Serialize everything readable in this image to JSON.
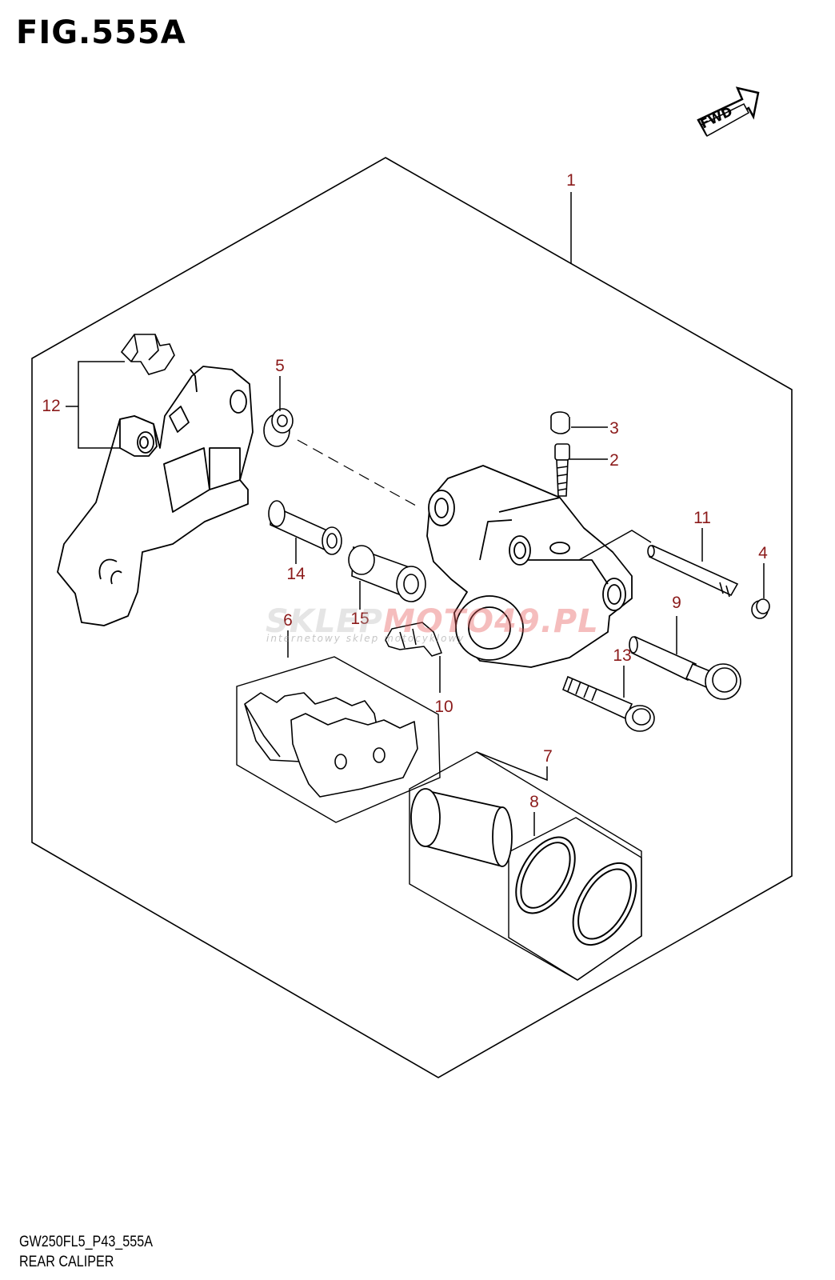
{
  "figure": {
    "title": "FIG.555A",
    "fwd_label": "FWD",
    "footer_code": "GW250FL5_P43_555A",
    "footer_description": "REAR CALIPER"
  },
  "watermark": {
    "brand_part1": "SKLEP",
    "brand_part2": "MOTO49.PL",
    "tagline": "internetowy sklep motocyklowy"
  },
  "callouts": [
    "1",
    "2",
    "3",
    "4",
    "5",
    "6",
    "7",
    "8",
    "9",
    "10",
    "11",
    "12",
    "13",
    "14",
    "15"
  ],
  "colors": {
    "callout": "#8b1a1a",
    "line": "#000000"
  }
}
